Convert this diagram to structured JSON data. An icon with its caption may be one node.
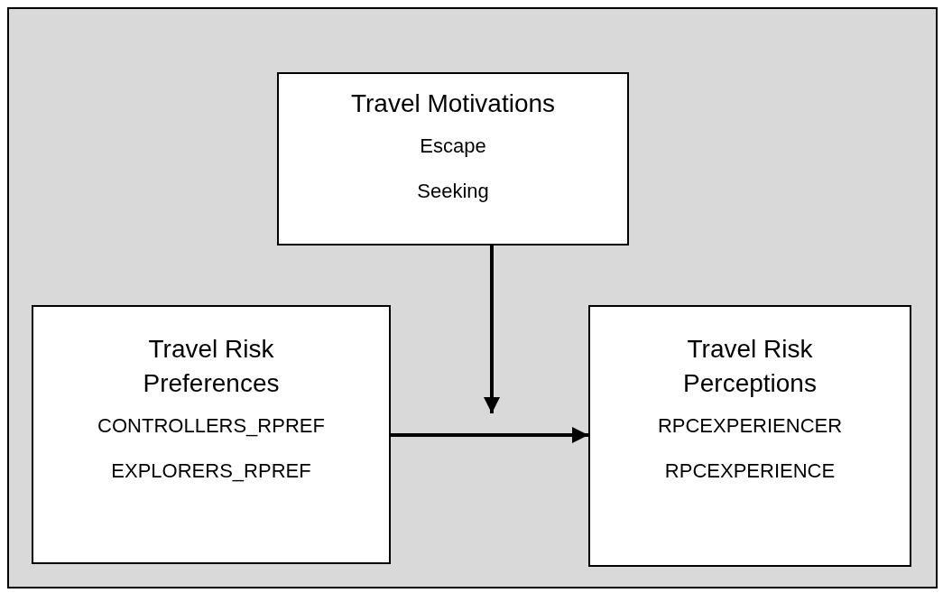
{
  "diagram": {
    "nodes": [
      {
        "text": [
          "Travel Motivations",
          "Escape",
          "Seeking"
        ]
      },
      {
        "text": [
          "Travel Risk Preferences",
          "CONTROLLERS_RPREF",
          "EXPLORERS_RPREF"
        ]
      },
      {
        "text": [
          "Travel Risk Perceptions",
          "RPCEXPERIENCER",
          "RPCEXPERIENCE"
        ]
      }
    ],
    "edges": [
      {
        "from": 1,
        "to": 2,
        "arrow": "to"
      },
      {
        "from": 0,
        "to": null,
        "arrow": "to"
      }
    ]
  }
}
